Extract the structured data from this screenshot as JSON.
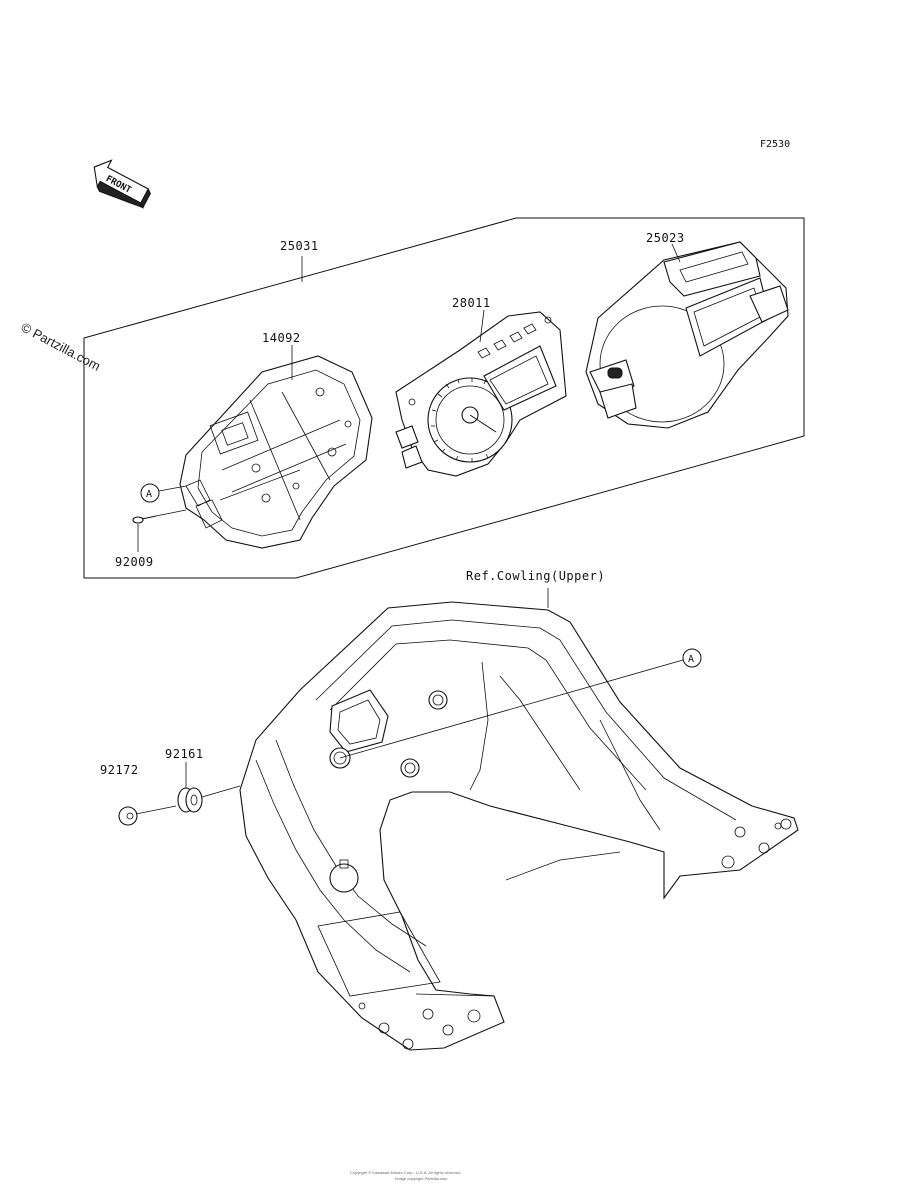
{
  "figure_code": "F2530",
  "front_arrow_label": "FRONT",
  "watermark": "© Partzilla.com",
  "callouts": {
    "assembly": "25031",
    "case_lower": "14092",
    "meter_unit": "28011",
    "case_upper": "25023",
    "screw": "92009",
    "grommet": "92161",
    "collar": "92172",
    "reference": "Ref.Cowling(Upper)",
    "marker_a_1": "A",
    "marker_a_2": "A"
  },
  "footer": {
    "line1": "Copyright © Kawasaki Motors Corp., U.S.A. All rights reserved.",
    "line2": "Image copyright Partzilla.com"
  }
}
